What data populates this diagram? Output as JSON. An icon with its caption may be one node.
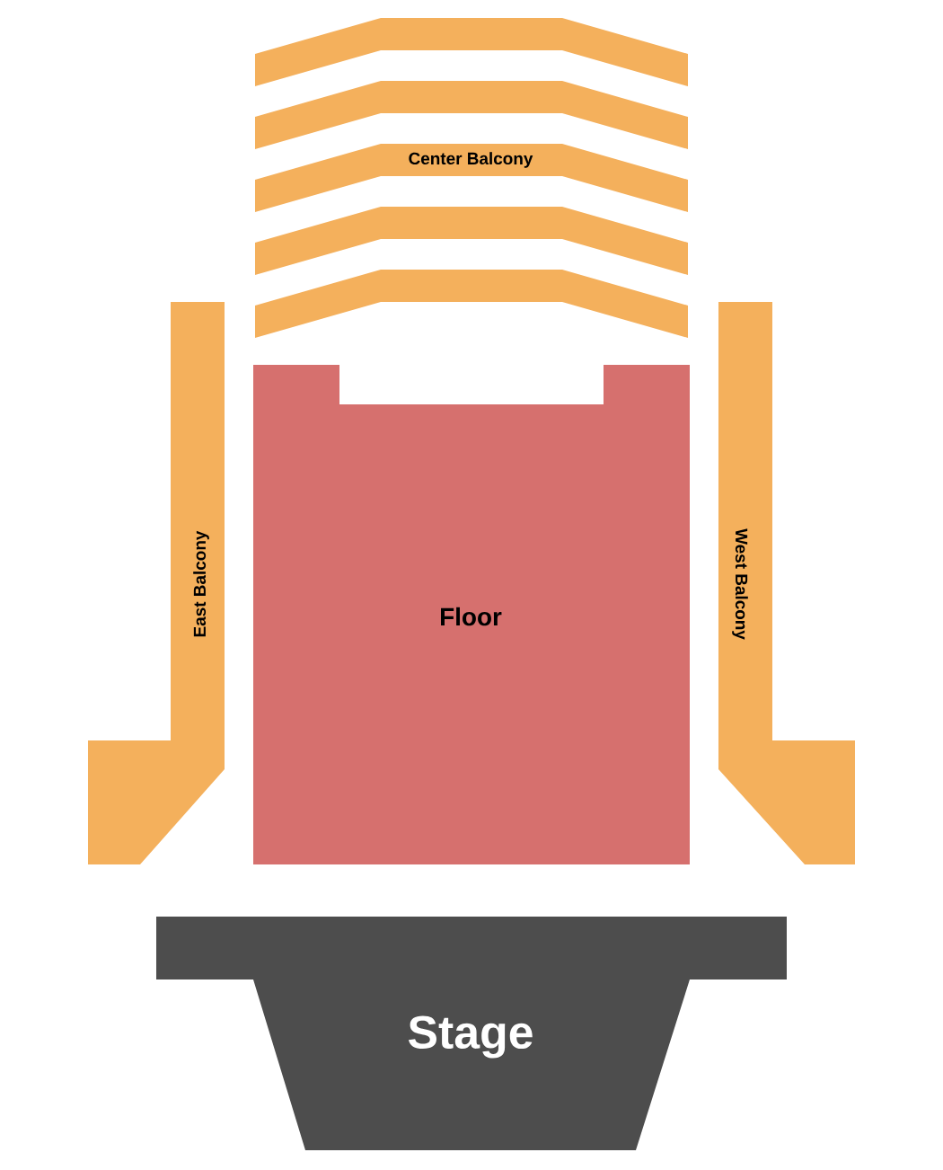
{
  "diagram": {
    "nodes": [
      {
        "text": [
          "Center Balcony"
        ]
      },
      {
        "text": [
          "East Balcony"
        ]
      },
      {
        "text": [
          "Floor"
        ]
      },
      {
        "text": [
          "West Balcony"
        ]
      },
      {
        "text": [
          "Stage"
        ]
      }
    ]
  }
}
